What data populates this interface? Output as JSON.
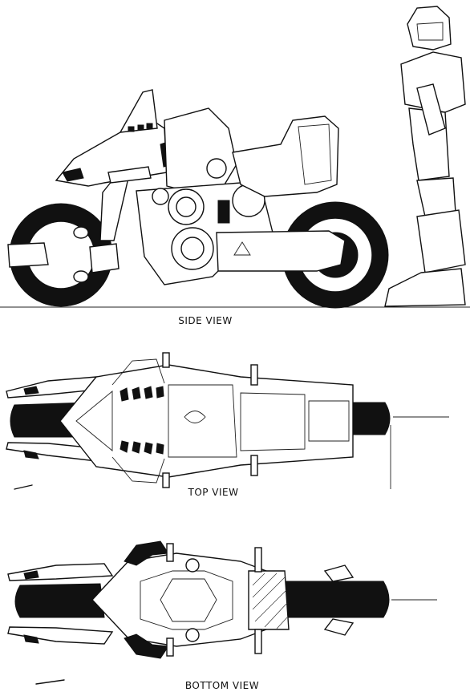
{
  "views": [
    {
      "id": "side",
      "caption": "SIDE VIEW"
    },
    {
      "id": "top",
      "caption": "TOP VIEW"
    },
    {
      "id": "bottom",
      "caption": "BOTTOM VIEW"
    }
  ],
  "colors": {
    "ink": "#111111",
    "paper": "#ffffff"
  }
}
